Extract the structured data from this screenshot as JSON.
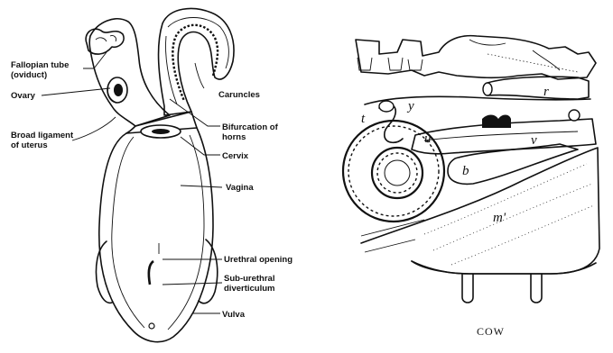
{
  "left_diagram": {
    "labels": {
      "fallopian_tube": [
        "Fallopian tube",
        "(oviduct)"
      ],
      "ovary": "Ovary",
      "broad_ligament": [
        "Broad ligament",
        "of uterus"
      ],
      "caruncles": "Caruncles",
      "bifurcation": [
        "Bifurcation of",
        "horns"
      ],
      "cervix": "Cervix",
      "vagina": "Vagina",
      "urethral_opening": "Urethral opening",
      "sub_urethral": [
        "Sub-urethral",
        "diverticulum"
      ],
      "vulva": "Vulva"
    }
  },
  "right_diagram": {
    "letters": {
      "r": "r",
      "t": "t",
      "y": "y",
      "u": "u",
      "v": "v",
      "b": "b",
      "m": "m'"
    },
    "caption": "COW"
  }
}
